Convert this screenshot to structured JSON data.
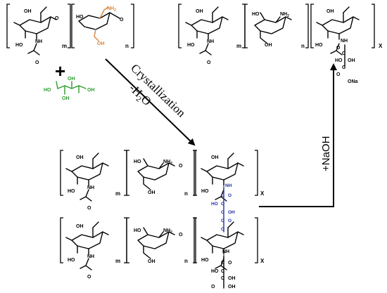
{
  "reactants": {
    "plus_sign": "+",
    "chitosan_subscripts": {
      "acetyl_unit": "m",
      "amine_unit": "n"
    },
    "tartaric_acid": {
      "hydroxyl_1": "HO",
      "hydroxyl_2": "OH",
      "hydroxyl_3": "OH",
      "hydroxyl_4": "OH"
    }
  },
  "step1": {
    "label_line1": "Crystallization",
    "label_line2_prefix": "-H",
    "label_line2_sub": "2",
    "label_line2_suffix": "O"
  },
  "step2": {
    "label": "+NaOH"
  },
  "atoms": {
    "oh": "OH",
    "ho": "HO",
    "o": "O",
    "nh": "NH",
    "nh2": "NH",
    "nh2_sub": "2",
    "ona": "ONa",
    "c": "C"
  },
  "subscripts": {
    "m": "m",
    "n": "n",
    "x": "X"
  }
}
